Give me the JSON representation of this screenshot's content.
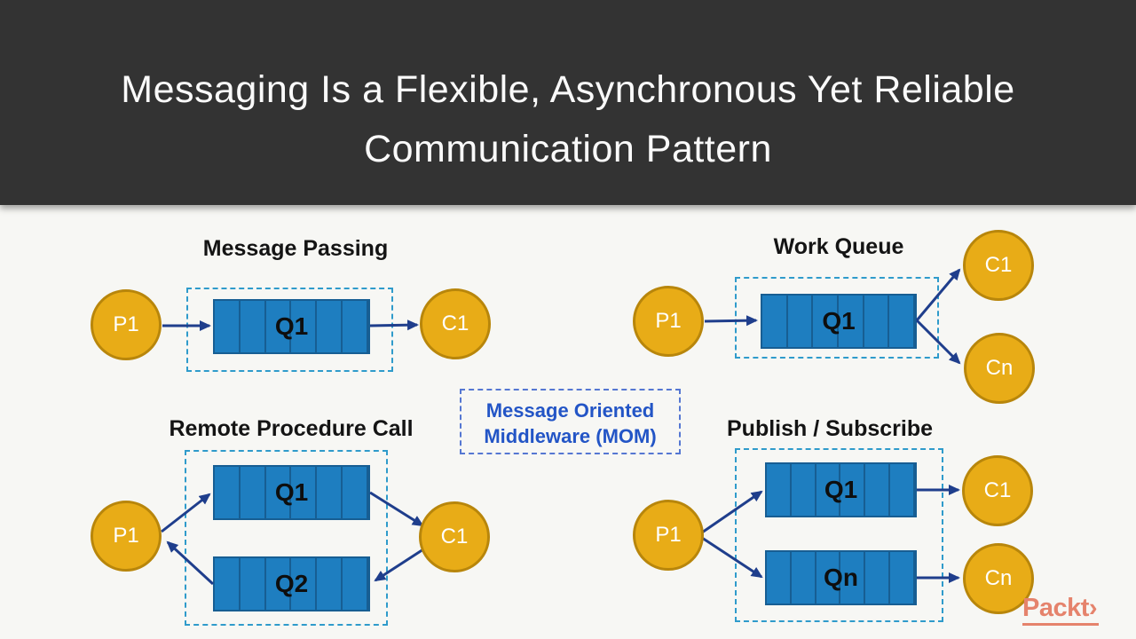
{
  "slide": {
    "title_lines": [
      "Messaging Is a Flexible, Asynchronous Yet Reliable",
      "Communication Pattern"
    ]
  },
  "diagrams": {
    "message_passing": {
      "title": "Message Passing",
      "producer": "P1",
      "queue": "Q1",
      "consumer": "C1"
    },
    "work_queue": {
      "title": "Work Queue",
      "producer": "P1",
      "queue": "Q1",
      "consumers": [
        "C1",
        "Cn"
      ]
    },
    "remote_procedure_call": {
      "title": "Remote Procedure Call",
      "producer": "P1",
      "request_queue": "Q1",
      "response_queue": "Q2",
      "consumer": "C1"
    },
    "publish_subscribe": {
      "title": "Publish / Subscribe",
      "producer": "P1",
      "queues": [
        "Q1",
        "Qn"
      ],
      "consumers": [
        "C1",
        "Cn"
      ]
    }
  },
  "mom_box": {
    "line1": "Message Oriented",
    "line2": "Middleware (MOM)"
  },
  "logo": {
    "text": "Packt",
    "chevron": "›"
  },
  "colors": {
    "header_bg": "#333333",
    "title_text": "#FAFAFA",
    "body_bg": "#F7F7F4",
    "node_fill": "#E8AC17",
    "node_border": "#B8860B",
    "queue_fill": "#1E7EC0",
    "queue_border": "#175E93",
    "arrow_navy": "#1F3E8C",
    "dashed_border": "#2F9BCB",
    "mom_blue": "#2355C6",
    "logo_salmon": "#E5836C"
  }
}
